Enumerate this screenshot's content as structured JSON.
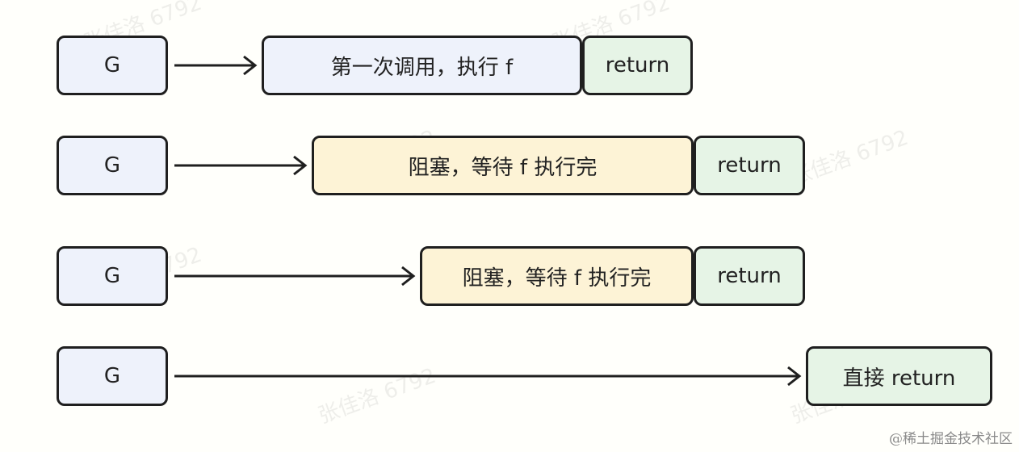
{
  "colors": {
    "g_fill": "#eef2fb",
    "call_fill": "#eef2fb",
    "wait_fill": "#fdf3d6",
    "return_fill": "#e6f4e6",
    "border": "#1f1f1f"
  },
  "rows": [
    {
      "g_label": "G",
      "task_label": "第一次调用，执行 f",
      "return_label": "return"
    },
    {
      "g_label": "G",
      "task_label": "阻塞，等待 f 执行完",
      "return_label": "return"
    },
    {
      "g_label": "G",
      "task_label": "阻塞，等待 f 执行完",
      "return_label": "return"
    },
    {
      "g_label": "G",
      "return_label": "直接 return"
    }
  ],
  "watermark": {
    "text": "张佳洛 6792"
  },
  "brand": {
    "text": "@稀土掘金技术社区"
  }
}
